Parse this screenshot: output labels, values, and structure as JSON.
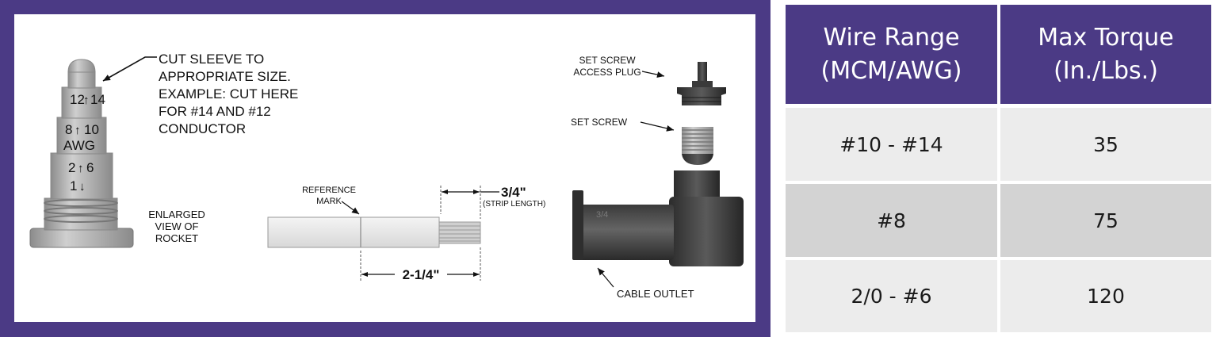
{
  "diagram": {
    "sleeve_note": [
      "CUT SLEEVE TO",
      "APPROPRIATE SIZE.",
      "EXAMPLE: CUT HERE",
      "FOR #14 AND #12",
      "CONDUCTOR"
    ],
    "sleeve_markings": [
      "12",
      "14",
      "8",
      "10",
      "AWG",
      "2",
      "6",
      "1"
    ],
    "rocket_caption": [
      "ENLARGED",
      "VIEW OF",
      "ROCKET"
    ],
    "reference_mark": [
      "REFERENCE",
      "MARK"
    ],
    "strip_length_value": "3/4\"",
    "strip_length_label": "(STRIP LENGTH)",
    "overall_length": "2-1/4\"",
    "access_plug_label": [
      "SET SCREW",
      "ACCESS PLUG"
    ],
    "set_screw_label": "SET SCREW",
    "cable_outlet_label": "CABLE OUTLET",
    "outlet_marking": "3/4"
  },
  "table": {
    "colors": {
      "header_bg": "#4b3a85",
      "row_light": "#ececec",
      "row_dark": "#d3d3d3"
    },
    "headers": [
      [
        "Wire Range",
        "(MCM/AWG)"
      ],
      [
        "Max Torque",
        "(In./Lbs.)"
      ]
    ],
    "rows": [
      [
        "#10 - #14",
        "35"
      ],
      [
        "#8",
        "75"
      ],
      [
        "2/0 - #6",
        "120"
      ]
    ]
  }
}
